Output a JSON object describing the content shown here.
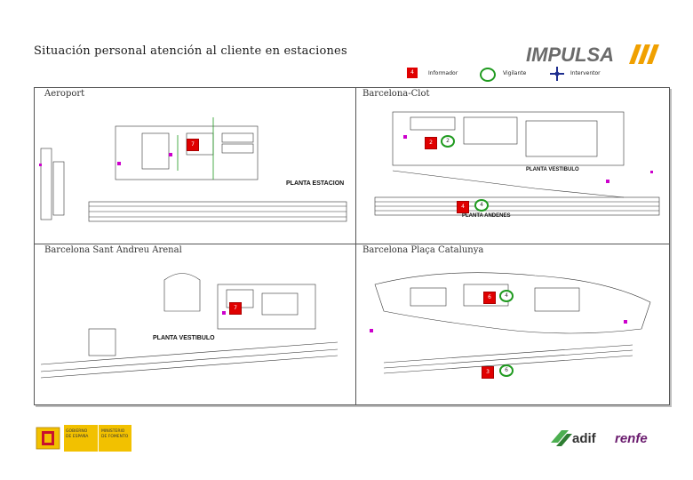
{
  "title": "Situación personal atención al cliente en estaciones",
  "brand": {
    "impulsa": "IMPULSA",
    "adif": "adif",
    "renfe": "renfe",
    "gobierno_line1": "GOBIERNO",
    "gobierno_line2": "DE ESPAÑA",
    "ministerio_line1": "MINISTERIO",
    "ministerio_line2": "DE FOMENTO"
  },
  "legend": {
    "informador_count": "4",
    "informador_label": "Informador",
    "vigilante_label": "Vigilante",
    "interventor_label": "Interventor"
  },
  "panels": {
    "aeroport": {
      "label": "Aeroport",
      "markers": [
        "7"
      ],
      "plan_label": "PLANTA ESTACION"
    },
    "clot": {
      "label": "Barcelona-Clot",
      "markers_red": [
        "2",
        "4"
      ],
      "markers_green": [
        "2",
        "4"
      ],
      "plan_label_top": "PLANTA VESTIBULO",
      "plan_label_bottom": "PLANTA ANDENES"
    },
    "sant_andreu": {
      "label": "Barcelona Sant Andreu Arenal",
      "markers": [
        "7"
      ],
      "plan_label": "PLANTA VESTIBULO"
    },
    "placa_catalunya": {
      "label": "Barcelona Plaça Catalunya",
      "markers_red": [
        "6",
        "3"
      ],
      "markers_green": [
        "4",
        "6"
      ]
    }
  },
  "colors": {
    "informador": "#e00000",
    "vigilante": "#1f9a1f",
    "interventor": "#1f2f8f",
    "impulsa_orange": "#f0a000",
    "impulsa_grey": "#6b6b6b"
  }
}
